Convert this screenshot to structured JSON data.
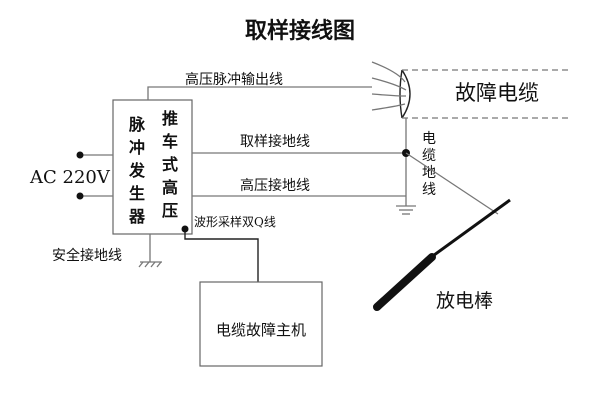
{
  "title": "取样接线图",
  "labels": {
    "hv_pulse_output_line": "高压脉冲输出线",
    "fault_cable": "故障电缆",
    "sampling_ground_line": "取样接地线",
    "hv_ground_line": "高压接地线",
    "cable_ground_line": "电缆地线",
    "waveform_sampling_line": "波形采样双Q线",
    "safety_ground_line": "安全接地线",
    "ac_input": "AC 220V",
    "discharge_rod": "放电棒",
    "host": "电缆故障主机"
  },
  "generator": {
    "col1": [
      "脉",
      "冲",
      "发",
      "生",
      "器"
    ],
    "col2": [
      "推",
      "车",
      "式",
      "高",
      "压"
    ]
  },
  "cable_ground_vertical": [
    "电",
    "缆",
    "地",
    "线"
  ]
}
